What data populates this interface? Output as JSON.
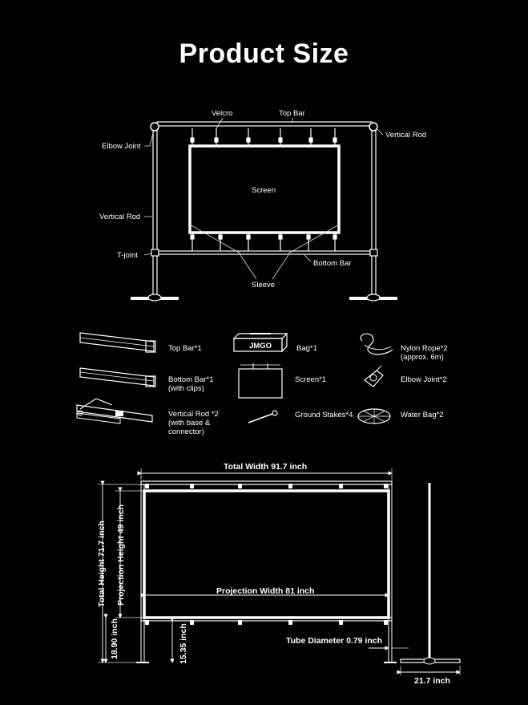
{
  "title": "Product Size",
  "assembly": {
    "velcro": "Velcro",
    "top_bar": "Top Bar",
    "elbow_joint": "Elbow Joint",
    "vertical_rod_right": "Vertical Rod",
    "screen": "Screen",
    "vertical_rod_left": "Vertical Rod",
    "t_joint": "T-joint",
    "bottom_bar": "Bottom Bar",
    "sleeve": "Sleeve"
  },
  "parts": {
    "top_bar": "Top Bar*1",
    "bottom_bar_1": "Bottom Bar*1",
    "bottom_bar_2": "(with clips)",
    "vertical_rod_1": "Vertical Rod *2",
    "vertical_rod_2": "(with base &",
    "vertical_rod_3": "connector)",
    "bag_brand": "JMGO",
    "bag": "Bag*1",
    "screen": "Screen*1",
    "ground_stakes": "Ground Stakes*4",
    "nylon_rope_1": "Nylon Rope*2",
    "nylon_rope_2": "(approx. 6m)",
    "elbow_joint": "Elbow Joint*2",
    "water_bag": "Water Bag*2"
  },
  "dimensions": {
    "total_width": "Total Width 91.7 inch",
    "total_height": "Total Height 71.7 inch",
    "projection_height": "Projection Height 49 inch",
    "projection_width": "Projection Width 81 inch",
    "bottom_clearance": "18.90 inch",
    "bar_height": "15.35 inch",
    "tube_diameter": "Tube Diameter 0.79 inch",
    "base_width": "21.7 inch"
  }
}
